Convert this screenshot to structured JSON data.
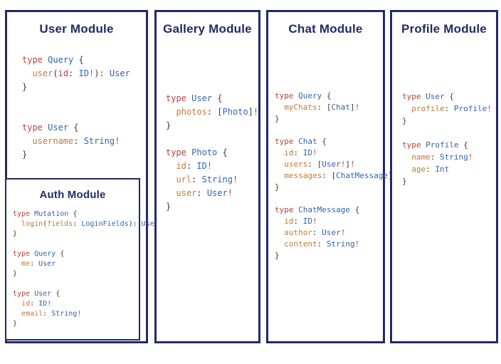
{
  "colors": {
    "navy": "#232a64",
    "red": "#b4443c",
    "blue": "#3263af",
    "orange": "#c07a34",
    "punct": "#3d3d3d",
    "bg": "#ffffff"
  },
  "modules": {
    "user": {
      "title": "User Module",
      "code": [
        [
          {
            "t": "type",
            "c": "red"
          },
          {
            "t": " "
          },
          {
            "t": "Query",
            "c": "blue"
          },
          {
            "t": " {",
            "c": "punct"
          }
        ],
        [
          {
            "t": "  "
          },
          {
            "t": "user",
            "c": "orange"
          },
          {
            "t": "(",
            "c": "punct"
          },
          {
            "t": "id",
            "c": "red"
          },
          {
            "t": ": ",
            "c": "punct"
          },
          {
            "t": "ID",
            "c": "blue"
          },
          {
            "t": "!",
            "c": "red"
          },
          {
            "t": ")",
            "c": "punct"
          },
          {
            "t": ": ",
            "c": "punct"
          },
          {
            "t": "User",
            "c": "blue"
          }
        ],
        [
          {
            "t": "}",
            "c": "punct"
          }
        ],
        [],
        [],
        [
          {
            "t": "type",
            "c": "red"
          },
          {
            "t": " "
          },
          {
            "t": "User",
            "c": "blue"
          },
          {
            "t": " {",
            "c": "punct"
          }
        ],
        [
          {
            "t": "  "
          },
          {
            "t": "username",
            "c": "orange"
          },
          {
            "t": ": ",
            "c": "punct"
          },
          {
            "t": "String",
            "c": "blue"
          },
          {
            "t": "!",
            "c": "red"
          }
        ],
        [
          {
            "t": "}",
            "c": "punct"
          }
        ]
      ]
    },
    "auth": {
      "title": "Auth Module",
      "code": [
        [
          {
            "t": "type",
            "c": "red"
          },
          {
            "t": " "
          },
          {
            "t": "Mutation",
            "c": "blue"
          },
          {
            "t": " {",
            "c": "punct"
          }
        ],
        [
          {
            "t": "  "
          },
          {
            "t": "login",
            "c": "orange"
          },
          {
            "t": "(",
            "c": "punct"
          },
          {
            "t": "fields",
            "c": "orange"
          },
          {
            "t": ": ",
            "c": "punct"
          },
          {
            "t": "LoginFields",
            "c": "blue"
          },
          {
            "t": ")",
            "c": "punct"
          },
          {
            "t": ": ",
            "c": "punct"
          },
          {
            "t": "User",
            "c": "blue"
          }
        ],
        [
          {
            "t": "}",
            "c": "punct"
          }
        ],
        [],
        [
          {
            "t": "type",
            "c": "red"
          },
          {
            "t": " "
          },
          {
            "t": "Query",
            "c": "blue"
          },
          {
            "t": " {",
            "c": "punct"
          }
        ],
        [
          {
            "t": "  "
          },
          {
            "t": "me",
            "c": "orange"
          },
          {
            "t": ": ",
            "c": "punct"
          },
          {
            "t": "User",
            "c": "blue"
          }
        ],
        [
          {
            "t": "}",
            "c": "punct"
          }
        ],
        [],
        [
          {
            "t": "type",
            "c": "red"
          },
          {
            "t": " "
          },
          {
            "t": "User",
            "c": "blue"
          },
          {
            "t": " {",
            "c": "punct"
          }
        ],
        [
          {
            "t": "  "
          },
          {
            "t": "id",
            "c": "orange"
          },
          {
            "t": ": ",
            "c": "punct"
          },
          {
            "t": "ID",
            "c": "blue"
          },
          {
            "t": "!",
            "c": "red"
          }
        ],
        [
          {
            "t": "  "
          },
          {
            "t": "email",
            "c": "orange"
          },
          {
            "t": ": ",
            "c": "punct"
          },
          {
            "t": "String",
            "c": "blue"
          },
          {
            "t": "!",
            "c": "red"
          }
        ],
        [
          {
            "t": "}",
            "c": "punct"
          }
        ]
      ]
    },
    "gallery": {
      "title": "Gallery Module",
      "code": [
        [
          {
            "t": "type",
            "c": "red"
          },
          {
            "t": " "
          },
          {
            "t": "User",
            "c": "blue"
          },
          {
            "t": " {",
            "c": "punct"
          }
        ],
        [
          {
            "t": "  "
          },
          {
            "t": "photos",
            "c": "orange"
          },
          {
            "t": ": ",
            "c": "punct"
          },
          {
            "t": "[",
            "c": "punct"
          },
          {
            "t": "Photo",
            "c": "blue"
          },
          {
            "t": "]",
            "c": "punct"
          },
          {
            "t": "!",
            "c": "red"
          }
        ],
        [
          {
            "t": "}",
            "c": "punct"
          }
        ],
        [],
        [
          {
            "t": "type",
            "c": "red"
          },
          {
            "t": " "
          },
          {
            "t": "Photo",
            "c": "blue"
          },
          {
            "t": " {",
            "c": "punct"
          }
        ],
        [
          {
            "t": "  "
          },
          {
            "t": "id",
            "c": "orange"
          },
          {
            "t": ": ",
            "c": "punct"
          },
          {
            "t": "ID",
            "c": "blue"
          },
          {
            "t": "!",
            "c": "red"
          }
        ],
        [
          {
            "t": "  "
          },
          {
            "t": "url",
            "c": "orange"
          },
          {
            "t": ": ",
            "c": "punct"
          },
          {
            "t": "String",
            "c": "blue"
          },
          {
            "t": "!",
            "c": "red"
          }
        ],
        [
          {
            "t": "  "
          },
          {
            "t": "user",
            "c": "orange"
          },
          {
            "t": ": ",
            "c": "punct"
          },
          {
            "t": "User",
            "c": "blue"
          },
          {
            "t": "!",
            "c": "red"
          }
        ],
        [
          {
            "t": "}",
            "c": "punct"
          }
        ]
      ]
    },
    "chat": {
      "title": "Chat Module",
      "code": [
        [
          {
            "t": "type",
            "c": "red"
          },
          {
            "t": " "
          },
          {
            "t": "Query",
            "c": "blue"
          },
          {
            "t": " {",
            "c": "punct"
          }
        ],
        [
          {
            "t": "  "
          },
          {
            "t": "myChats",
            "c": "orange"
          },
          {
            "t": ": ",
            "c": "punct"
          },
          {
            "t": "[",
            "c": "punct"
          },
          {
            "t": "Chat",
            "c": "blue"
          },
          {
            "t": "]",
            "c": "punct"
          },
          {
            "t": "!",
            "c": "red"
          }
        ],
        [
          {
            "t": "}",
            "c": "punct"
          }
        ],
        [],
        [
          {
            "t": "type",
            "c": "red"
          },
          {
            "t": " "
          },
          {
            "t": "Chat",
            "c": "blue"
          },
          {
            "t": " {",
            "c": "punct"
          }
        ],
        [
          {
            "t": "  "
          },
          {
            "t": "id",
            "c": "orange"
          },
          {
            "t": ": ",
            "c": "punct"
          },
          {
            "t": "ID",
            "c": "blue"
          },
          {
            "t": "!",
            "c": "red"
          }
        ],
        [
          {
            "t": "  "
          },
          {
            "t": "users",
            "c": "orange"
          },
          {
            "t": ": ",
            "c": "punct"
          },
          {
            "t": "[",
            "c": "punct"
          },
          {
            "t": "User",
            "c": "blue"
          },
          {
            "t": "!",
            "c": "red"
          },
          {
            "t": "]",
            "c": "punct"
          },
          {
            "t": "!",
            "c": "red"
          }
        ],
        [
          {
            "t": "  "
          },
          {
            "t": "messages",
            "c": "orange"
          },
          {
            "t": ": ",
            "c": "punct"
          },
          {
            "t": "[",
            "c": "punct"
          },
          {
            "t": "ChatMessage",
            "c": "blue"
          },
          {
            "t": "]",
            "c": "punct"
          },
          {
            "t": "!",
            "c": "red"
          }
        ],
        [
          {
            "t": "}",
            "c": "punct"
          }
        ],
        [],
        [
          {
            "t": "type",
            "c": "red"
          },
          {
            "t": " "
          },
          {
            "t": "ChatMessage",
            "c": "blue"
          },
          {
            "t": " {",
            "c": "punct"
          }
        ],
        [
          {
            "t": "  "
          },
          {
            "t": "id",
            "c": "orange"
          },
          {
            "t": ": ",
            "c": "punct"
          },
          {
            "t": "ID",
            "c": "blue"
          },
          {
            "t": "!",
            "c": "red"
          }
        ],
        [
          {
            "t": "  "
          },
          {
            "t": "author",
            "c": "orange"
          },
          {
            "t": ": ",
            "c": "punct"
          },
          {
            "t": "User",
            "c": "blue"
          },
          {
            "t": "!",
            "c": "red"
          }
        ],
        [
          {
            "t": "  "
          },
          {
            "t": "content",
            "c": "orange"
          },
          {
            "t": ": ",
            "c": "punct"
          },
          {
            "t": "String",
            "c": "blue"
          },
          {
            "t": "!",
            "c": "red"
          }
        ],
        [
          {
            "t": "}",
            "c": "punct"
          }
        ]
      ]
    },
    "profile": {
      "title": "Profile Module",
      "code": [
        [
          {
            "t": "type",
            "c": "red"
          },
          {
            "t": " "
          },
          {
            "t": "User",
            "c": "blue"
          },
          {
            "t": " {",
            "c": "punct"
          }
        ],
        [
          {
            "t": "  "
          },
          {
            "t": "profile",
            "c": "orange"
          },
          {
            "t": ": ",
            "c": "punct"
          },
          {
            "t": "Profile",
            "c": "blue"
          },
          {
            "t": "!",
            "c": "red"
          }
        ],
        [
          {
            "t": "}",
            "c": "punct"
          }
        ],
        [],
        [
          {
            "t": "type",
            "c": "red"
          },
          {
            "t": " "
          },
          {
            "t": "Profile",
            "c": "blue"
          },
          {
            "t": " {",
            "c": "punct"
          }
        ],
        [
          {
            "t": "  "
          },
          {
            "t": "name",
            "c": "orange"
          },
          {
            "t": ": ",
            "c": "punct"
          },
          {
            "t": "String",
            "c": "blue"
          },
          {
            "t": "!",
            "c": "red"
          }
        ],
        [
          {
            "t": "  "
          },
          {
            "t": "age",
            "c": "orange"
          },
          {
            "t": ": ",
            "c": "punct"
          },
          {
            "t": "Int",
            "c": "blue"
          }
        ],
        [
          {
            "t": "}",
            "c": "punct"
          }
        ]
      ]
    }
  }
}
